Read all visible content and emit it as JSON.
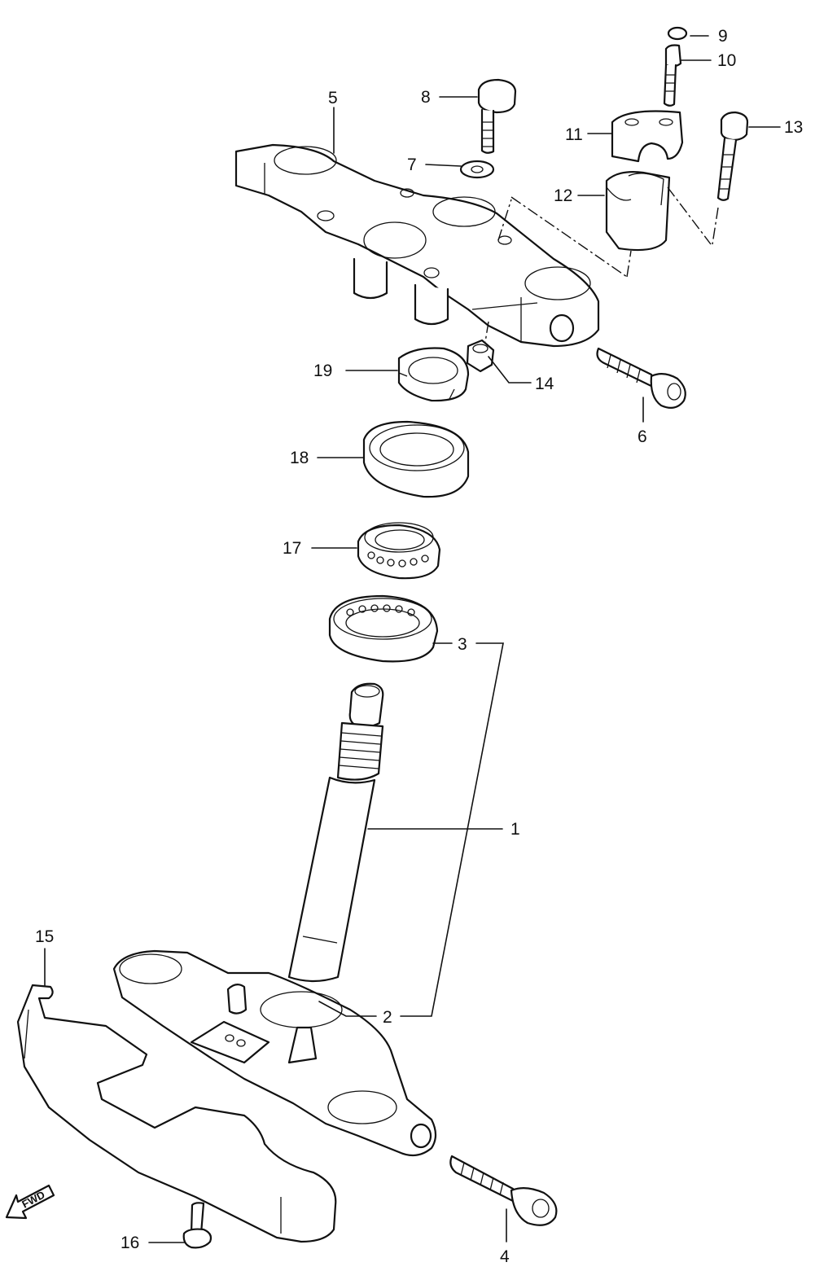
{
  "callouts": {
    "c1": "1",
    "c2": "2",
    "c3": "3",
    "c4": "4",
    "c5": "5",
    "c6": "6",
    "c7": "7",
    "c8": "8",
    "c9": "9",
    "c10": "10",
    "c11": "11",
    "c12": "12",
    "c13": "13",
    "c14": "14",
    "c15": "15",
    "c16": "16",
    "c17": "17",
    "c18": "18",
    "c19": "19"
  },
  "direction_badge": "FWD",
  "colors": {
    "ink": "#111111",
    "paper": "#ffffff"
  }
}
